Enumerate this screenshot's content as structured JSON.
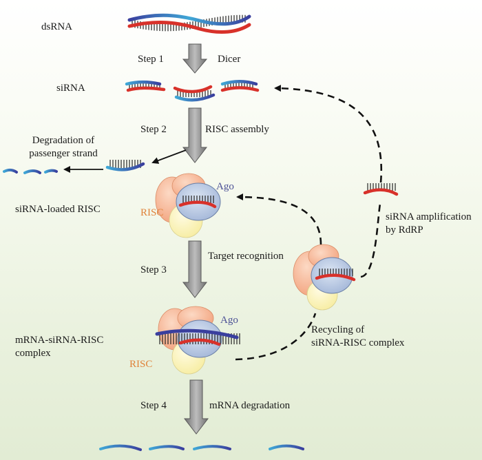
{
  "labels": {
    "dsrna": "dsRNA",
    "sirna": "siRNA",
    "step1": "Step 1",
    "dicer": "Dicer",
    "step2": "Step 2",
    "risc_assembly": "RISC assembly",
    "degradation_line1": "Degradation of",
    "degradation_line2": "passenger strand",
    "ago_1": "Ago",
    "risc_1": "RISC",
    "sirna_loaded_risc": "siRNA-loaded RISC",
    "amplification_line1": "siRNA amplification",
    "amplification_line2": "by RdRP",
    "step3": "Step 3",
    "target_recognition": "Target recognition",
    "ago_2": "Ago",
    "mrna_complex_line1": "mRNA-siRNA-RISC",
    "mrna_complex_line2": "complex",
    "recycling_line1": "Recycling of",
    "recycling_line2": "siRNA-RISC complex",
    "risc_2": "RISC",
    "step4": "Step 4",
    "mrna_degradation": "mRNA degradation"
  },
  "colors": {
    "guide_strand": "#d8312a",
    "passenger_strand_dark": "#3a3f9e",
    "passenger_strand_light": "#3fa7d6",
    "arrow_fill": "#8c8c8c",
    "arrow_stroke": "#5a5a5a",
    "ago_protein": "#b6c7e2",
    "risc_orange": "#f4ae8c",
    "risc_yellow": "#faf3bf",
    "risc_text": "#e0823a",
    "ago_text": "#4a4f95"
  }
}
